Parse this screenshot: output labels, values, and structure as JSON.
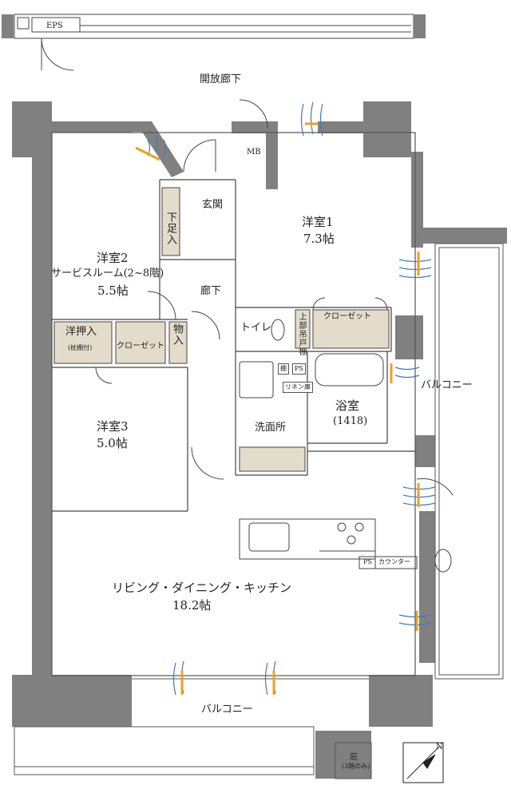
{
  "labels": {
    "eps": "EPS",
    "corridor_open": "開放廊下",
    "mb": "MB",
    "entrance": "玄関",
    "shoe": "下足入",
    "room1_name": "洋室1",
    "room1_size": "7.3帖",
    "room2_name": "洋室2",
    "room2_sub": "サービスルーム(2~8階)",
    "room2_size": "5.5帖",
    "hallway": "廊下",
    "storage_mono": "物入",
    "oshiire": "洋押入",
    "oshiire_note": "(枕棚付)",
    "closet2": "クローゼット",
    "toilet": "トイレ",
    "upper_cabinet": "上部吊戸棚",
    "closet1": "クローゼット",
    "tana": "棚",
    "ps1": "PS",
    "linen": "リネン庫",
    "bath_name": "浴室",
    "bath_size": "(1418)",
    "washroom": "洗面所",
    "room3_name": "洋室3",
    "room3_size": "5.0帖",
    "balcony_right": "バルコニー",
    "ps2": "PS",
    "counter": "カウンター",
    "ldk_name": "リビング・ダイニング・キッチン",
    "ldk_size": "18.2帖",
    "balcony_bottom": "バルコニー",
    "eaves": "庇",
    "eaves_note": "(3階のみ)",
    "compass_n": "N"
  },
  "colors": {
    "wall": "#808080",
    "wall_dark": "#6f6f6f",
    "storage_fill": "#e4dccb",
    "line": "#444444",
    "window_blue": "#3a78c8",
    "window_orange": "#f0a020"
  }
}
